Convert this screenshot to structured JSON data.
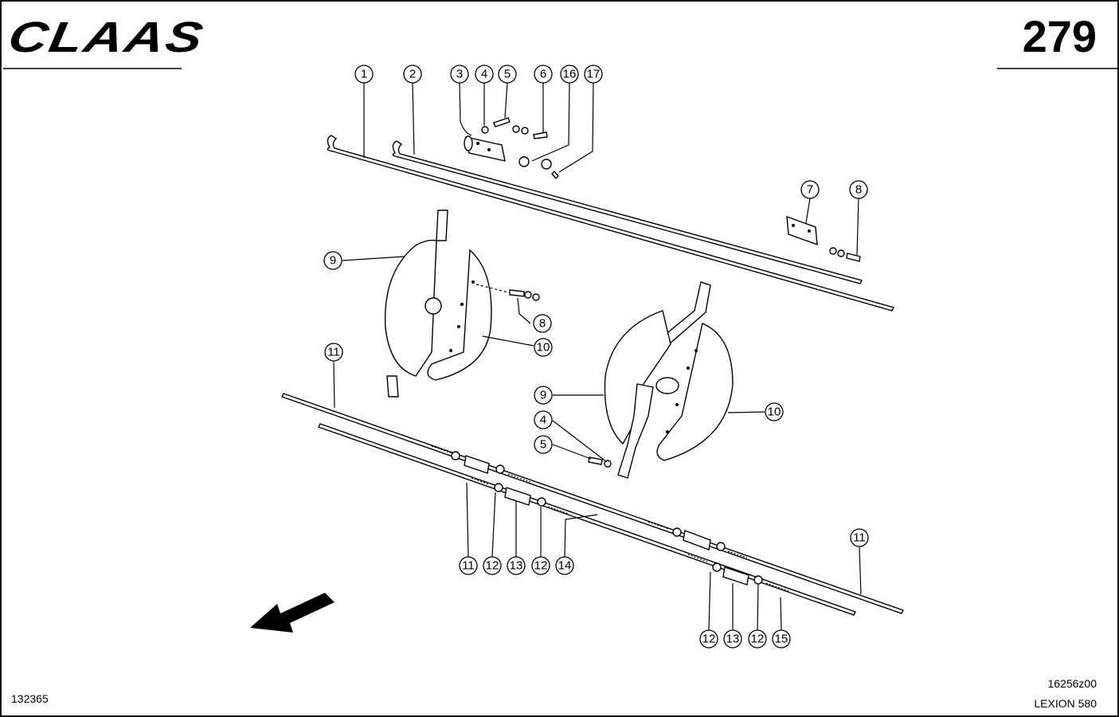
{
  "header": {
    "brand": "CLAAS",
    "page_number": "279"
  },
  "footer": {
    "document_number": "132365",
    "drawing_code": "16256z00",
    "model": "LEXION 580"
  },
  "callouts": [
    "1",
    "2",
    "3",
    "4",
    "5",
    "6",
    "16",
    "17",
    "7",
    "8",
    "9",
    "8",
    "10",
    "11",
    "9",
    "10",
    "4",
    "5",
    "11",
    "12",
    "13",
    "12",
    "14",
    "11",
    "12",
    "13",
    "12",
    "15"
  ]
}
